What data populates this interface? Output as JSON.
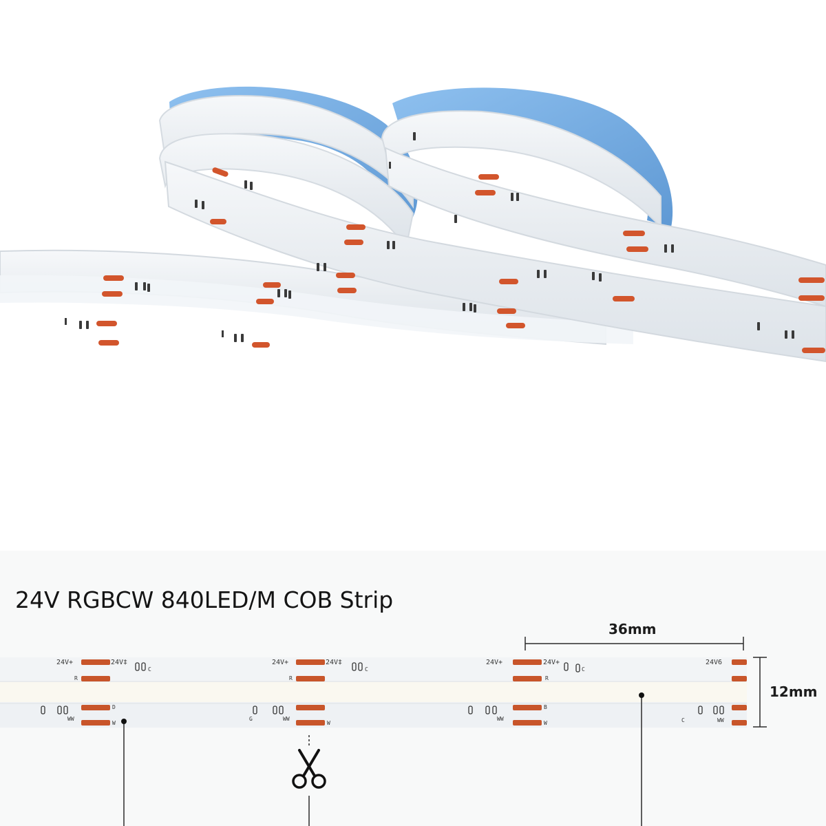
{
  "title": "24V RGBCW 840LED/M COB Strip",
  "dimensions": {
    "pitch": "36mm",
    "width": "12mm"
  },
  "strip_labels": {
    "voltage_a": "24V+",
    "voltage_b": "24V‡",
    "voltage_c": "24V6",
    "pad_r": "R",
    "pad_b": "B",
    "pad_g": "G",
    "pad_w": "W",
    "pad_c": "C",
    "pad_ww": "WW",
    "pad_d": "D"
  },
  "colors": {
    "led_orange": "#c8552a",
    "strip_white": "#eef1f4",
    "adhesive_blue": "#7fb2e6",
    "dimension_line": "#2b2b2b"
  },
  "icons": [
    "scissors-icon",
    "cut-mark-icon"
  ]
}
